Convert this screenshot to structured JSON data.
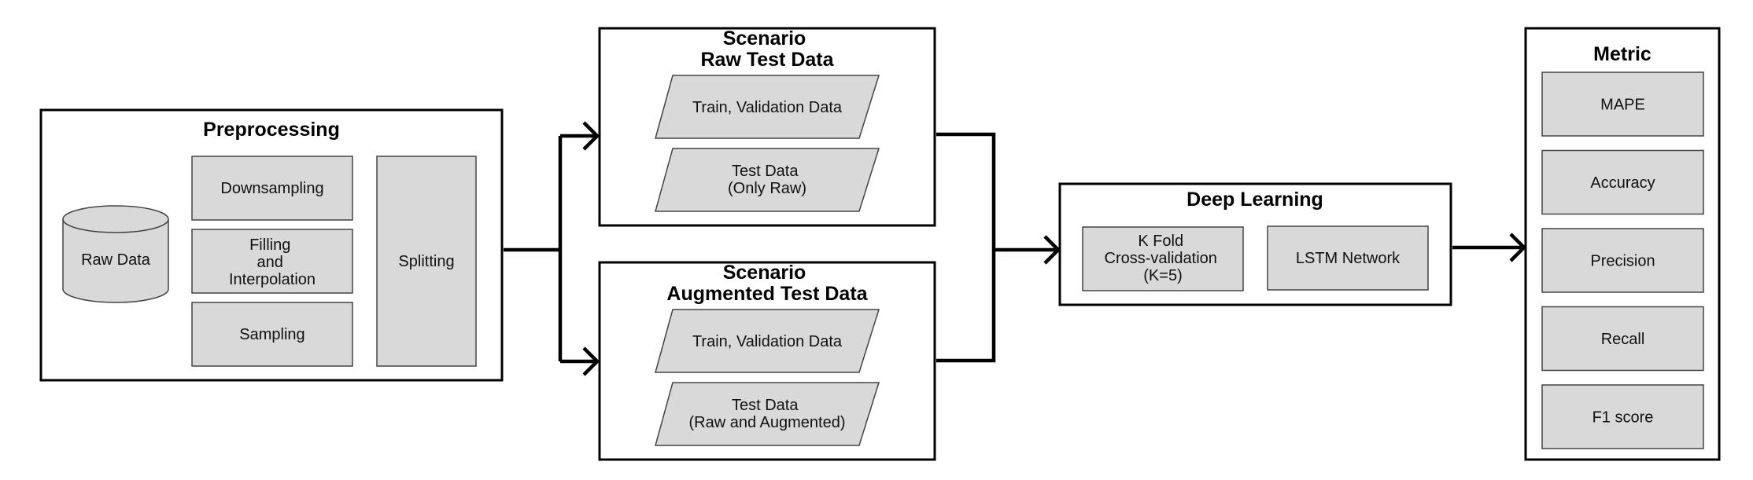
{
  "preprocessing": {
    "title": "Preprocessing",
    "raw_data": "Raw Data",
    "steps": [
      [
        "Downsampling"
      ],
      [
        "Filling",
        "and",
        "Interpolation"
      ],
      [
        "Sampling"
      ]
    ],
    "splitting": "Splitting"
  },
  "scenario_raw": {
    "title": [
      "Scenario",
      "Raw Test Data"
    ],
    "train": "Train, Validation Data",
    "test": [
      "Test Data",
      "(Only Raw)"
    ]
  },
  "scenario_aug": {
    "title": [
      "Scenario",
      "Augmented Test Data"
    ],
    "train": "Train, Validation Data",
    "test": [
      "Test Data",
      "(Raw and Augmented)"
    ]
  },
  "deep_learning": {
    "title": "Deep Learning",
    "kfold": [
      "K Fold",
      "Cross-validation",
      "(K=5)"
    ],
    "lstm": "LSTM Network"
  },
  "metric": {
    "title": "Metric",
    "items": [
      "MAPE",
      "Accuracy",
      "Precision",
      "Recall",
      "F1 score"
    ]
  }
}
